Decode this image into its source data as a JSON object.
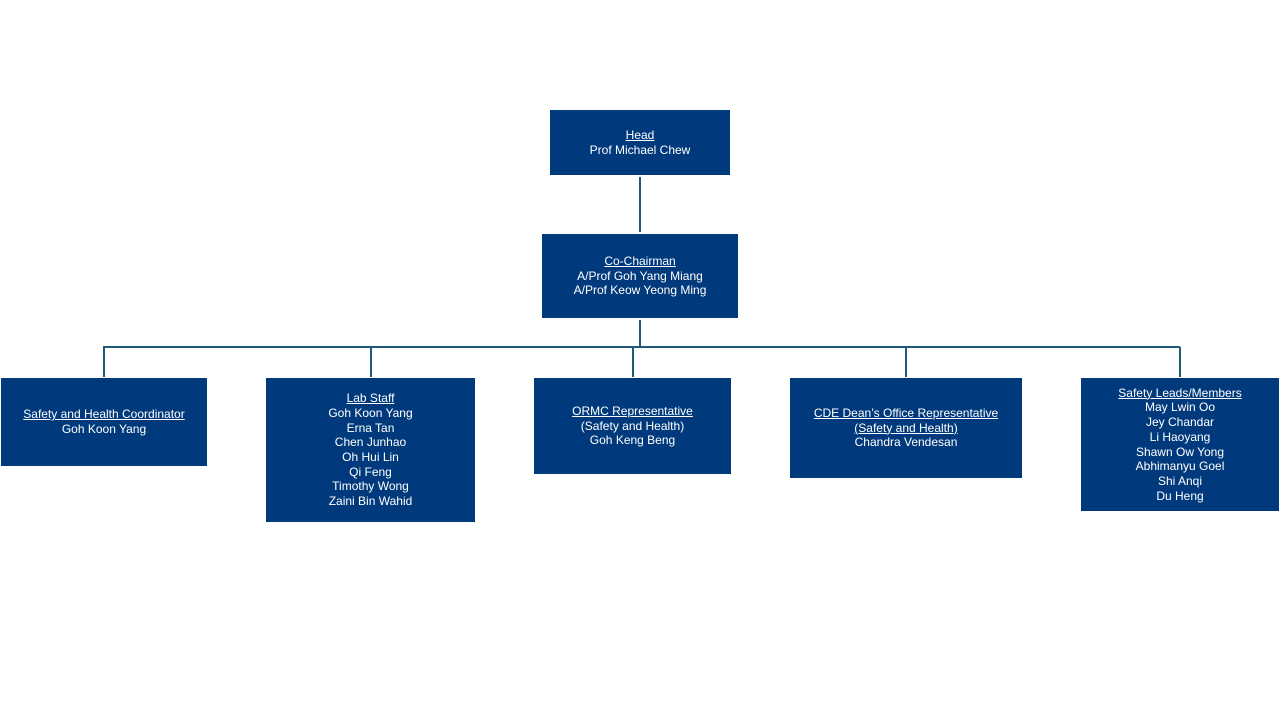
{
  "head": {
    "title": "Head",
    "lines": [
      "Prof Michael Chew"
    ]
  },
  "cochairman": {
    "title": "Co-Chairman",
    "lines": [
      "A/Prof Goh Yang Miang",
      "A/Prof Keow Yeong Ming"
    ]
  },
  "coordinator": {
    "title": "Safety and Health Coordinator",
    "lines": [
      "Goh Koon Yang"
    ]
  },
  "lab_staff": {
    "title": "Lab Staff",
    "lines": [
      "Goh Koon Yang",
      "Erna Tan",
      "Chen Junhao",
      "Oh Hui Lin",
      "Qi Feng",
      "Timothy Wong",
      "Zaini Bin Wahid"
    ]
  },
  "ormc": {
    "title_lines": [
      "ORMC Representative"
    ],
    "lines": [
      "(Safety and Health)",
      "Goh Keng Beng"
    ]
  },
  "cde": {
    "title_lines": [
      "CDE Dean’s Office Representative",
      "(Safety and Health)"
    ],
    "lines": [
      "Chandra Vendesan"
    ]
  },
  "safety_leads": {
    "title": "Safety Leads/Members",
    "lines": [
      "May Lwin Oo",
      "Jey Chandar",
      "Li Haoyang",
      "Shawn Ow Yong",
      "Abhimanyu Goel",
      "Shi Anqi",
      "Du Heng"
    ]
  },
  "colors": {
    "box_fill": "#003a7c",
    "connector": "#1f5a7a",
    "text": "#ffffff"
  }
}
